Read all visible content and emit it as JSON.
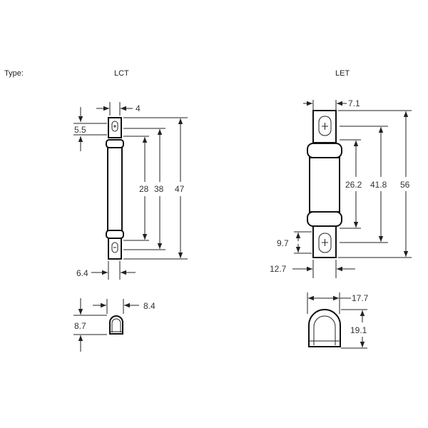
{
  "header": {
    "type_label": "Type:",
    "types": [
      "LCT",
      "LET"
    ]
  },
  "lct": {
    "dims": {
      "terminal_width": "4",
      "slot_height": "5.5",
      "body_length": "28",
      "mounting_center": "38",
      "overall_length": "47",
      "body_width": "6.4",
      "end_width": "8.4",
      "end_height": "8.7"
    }
  },
  "let": {
    "dims": {
      "terminal_width": "7.1",
      "slot_height": "9.7",
      "body_length": "26.2",
      "mounting_center": "41.8",
      "overall_length": "56",
      "body_width": "12.7",
      "end_width": "17.7",
      "end_height": "19.1"
    }
  }
}
